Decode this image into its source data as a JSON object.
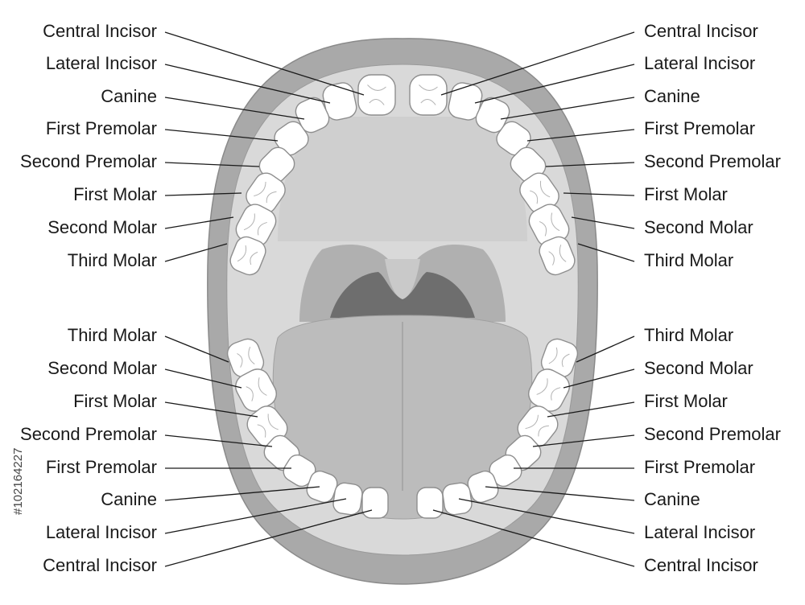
{
  "diagram": {
    "colors": {
      "lips": "#a9a9a9",
      "mouth_interior": "#d9d9d9",
      "palate": "#cfcfcf",
      "tongue": "#bcbcbc",
      "throat": "#6e6e6e",
      "uvula_area": "#b0b0b0",
      "tooth_fill": "#ffffff",
      "tooth_outline": "#8e8e8e",
      "leader_line": "#1a1a1a"
    },
    "upper_left_labels": [
      "Central Incisor",
      "Lateral Incisor",
      "Canine",
      "First Premolar",
      "Second Premolar",
      "First Molar",
      "Second Molar",
      "Third Molar"
    ],
    "upper_right_labels": [
      "Central Incisor",
      "Lateral Incisor",
      "Canine",
      "First Premolar",
      "Second Premolar",
      "First Molar",
      "Second Molar",
      "Third Molar"
    ],
    "lower_left_labels": [
      "Third Molar",
      "Second Molar",
      "First Molar",
      "Second Premolar",
      "First Premolar",
      "Canine",
      "Lateral Incisor",
      "Central Incisor"
    ],
    "lower_right_labels": [
      "Third Molar",
      "Second Molar",
      "First Molar",
      "Second Premolar",
      "First Premolar",
      "Canine",
      "Lateral Incisor",
      "Central Incisor"
    ]
  },
  "stock_id": "#102164227"
}
